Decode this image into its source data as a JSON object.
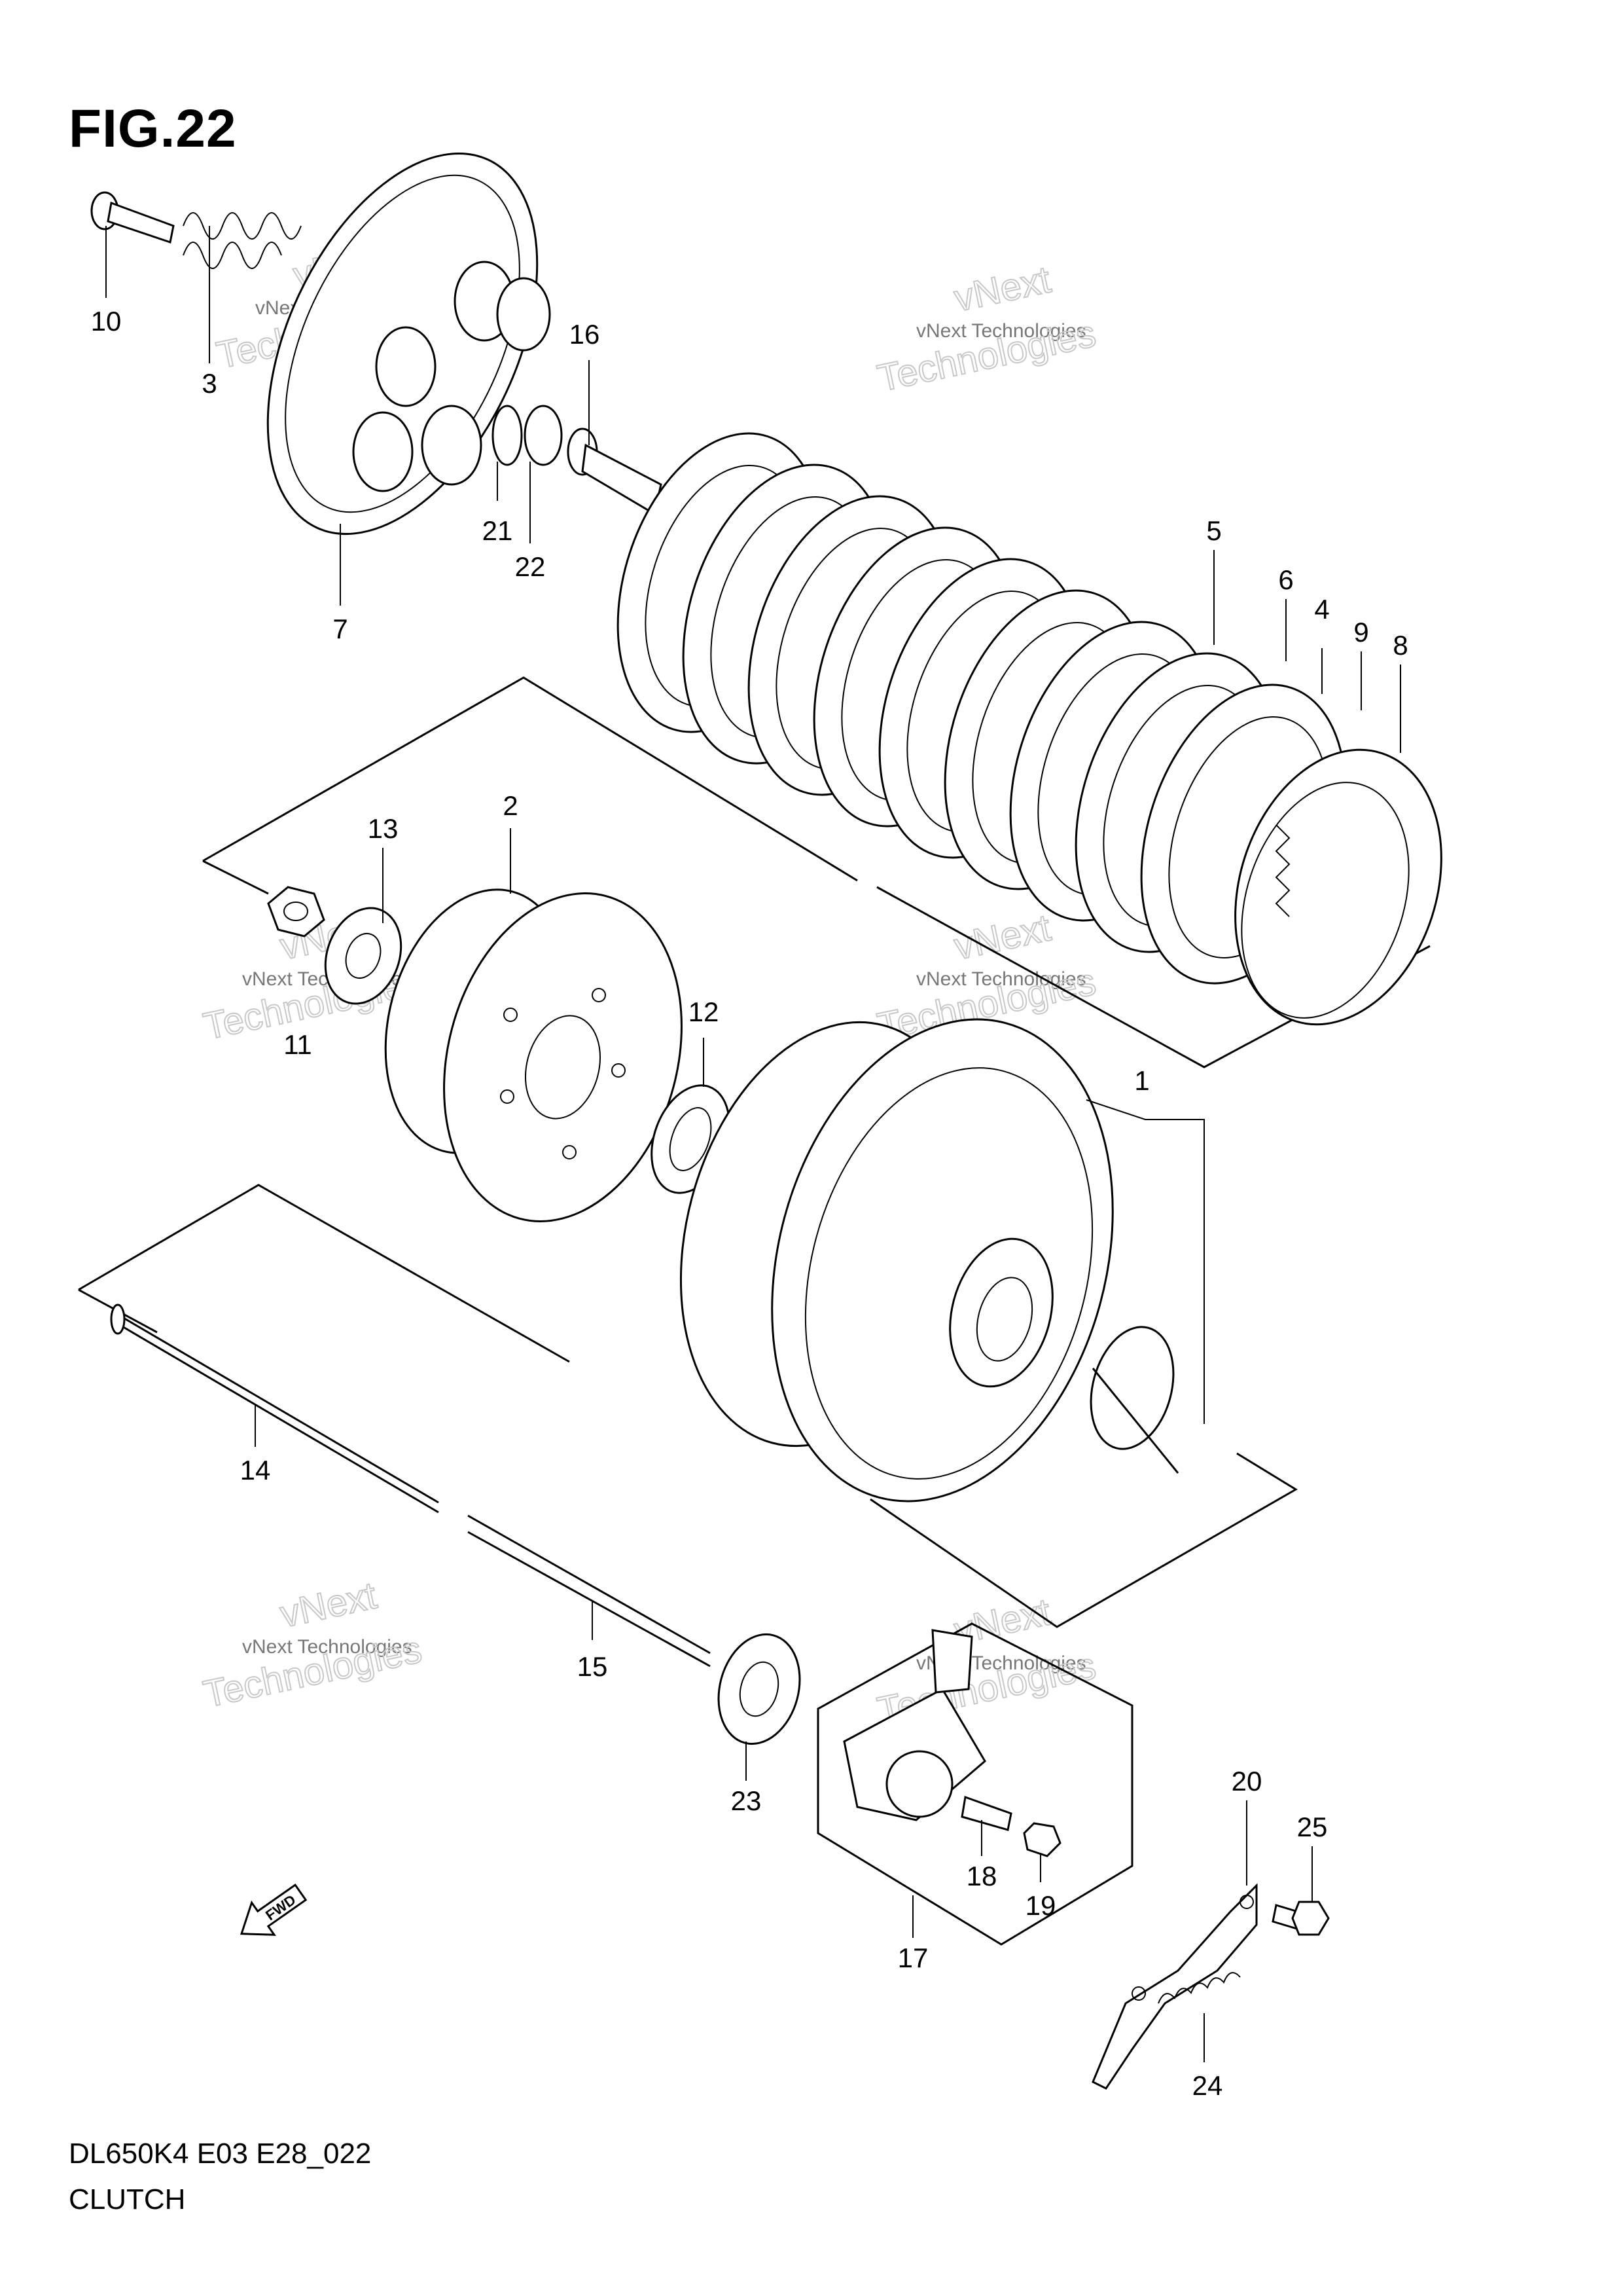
{
  "figure": {
    "title": "FIG.22",
    "code": "DL650K4 E03 E28_022",
    "name": "CLUTCH",
    "fwd_label": "FWD"
  },
  "watermarks": [
    {
      "small": "vNext Technologies",
      "big1": "vNext",
      "big2": "Technologies"
    }
  ],
  "callouts": [
    {
      "n": "1"
    },
    {
      "n": "2"
    },
    {
      "n": "3"
    },
    {
      "n": "4"
    },
    {
      "n": "5"
    },
    {
      "n": "6"
    },
    {
      "n": "7"
    },
    {
      "n": "8"
    },
    {
      "n": "9"
    },
    {
      "n": "10"
    },
    {
      "n": "11"
    },
    {
      "n": "12"
    },
    {
      "n": "13"
    },
    {
      "n": "14"
    },
    {
      "n": "15"
    },
    {
      "n": "16"
    },
    {
      "n": "17"
    },
    {
      "n": "18"
    },
    {
      "n": "19"
    },
    {
      "n": "20"
    },
    {
      "n": "21"
    },
    {
      "n": "22"
    },
    {
      "n": "23"
    },
    {
      "n": "24"
    },
    {
      "n": "25"
    }
  ]
}
